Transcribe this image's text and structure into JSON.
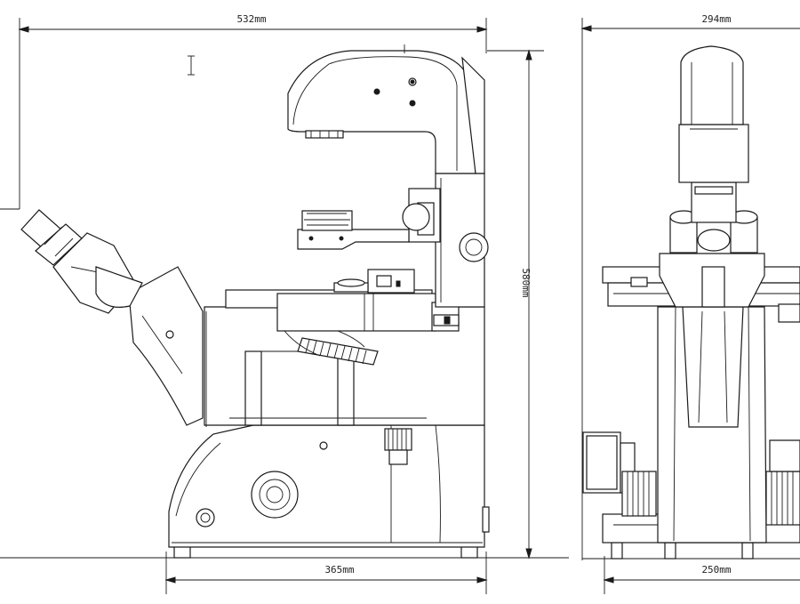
{
  "dimensions": {
    "side_width": "532mm",
    "side_height": "580mm",
    "side_base": "365mm",
    "front_width": "294mm",
    "front_base": "250mm"
  },
  "colors": {
    "line": "#1a1a1a",
    "background": "#ffffff"
  }
}
